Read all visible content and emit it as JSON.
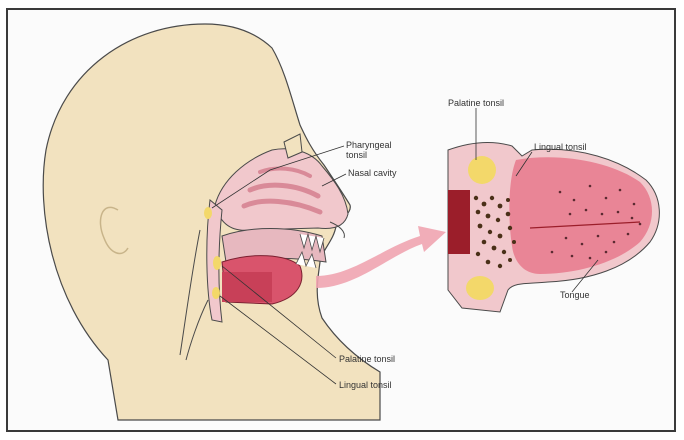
{
  "labels": {
    "pharyngeal_tonsil": "Pharyngeal tonsil",
    "nasal_cavity": "Nasal cavity",
    "palatine_tonsil_head": "Palatine tonsil",
    "lingual_tonsil_head": "Lingual tonsil",
    "palatine_tonsil_tongue": "Palatine tonsil",
    "lingual_tonsil_tongue": "Lingual tonsil",
    "tongue": "Tongue"
  },
  "colors": {
    "skin": "#f2e2bf",
    "outline": "#4a4a4a",
    "nasal_pink": "#f1c8cc",
    "mouth_red": "#d9546c",
    "tongue_pink": "#e98596",
    "tonsil_yellow": "#f3d86a",
    "arrow_pink": "#f0a4b0",
    "dark_red": "#9b1e2a"
  }
}
